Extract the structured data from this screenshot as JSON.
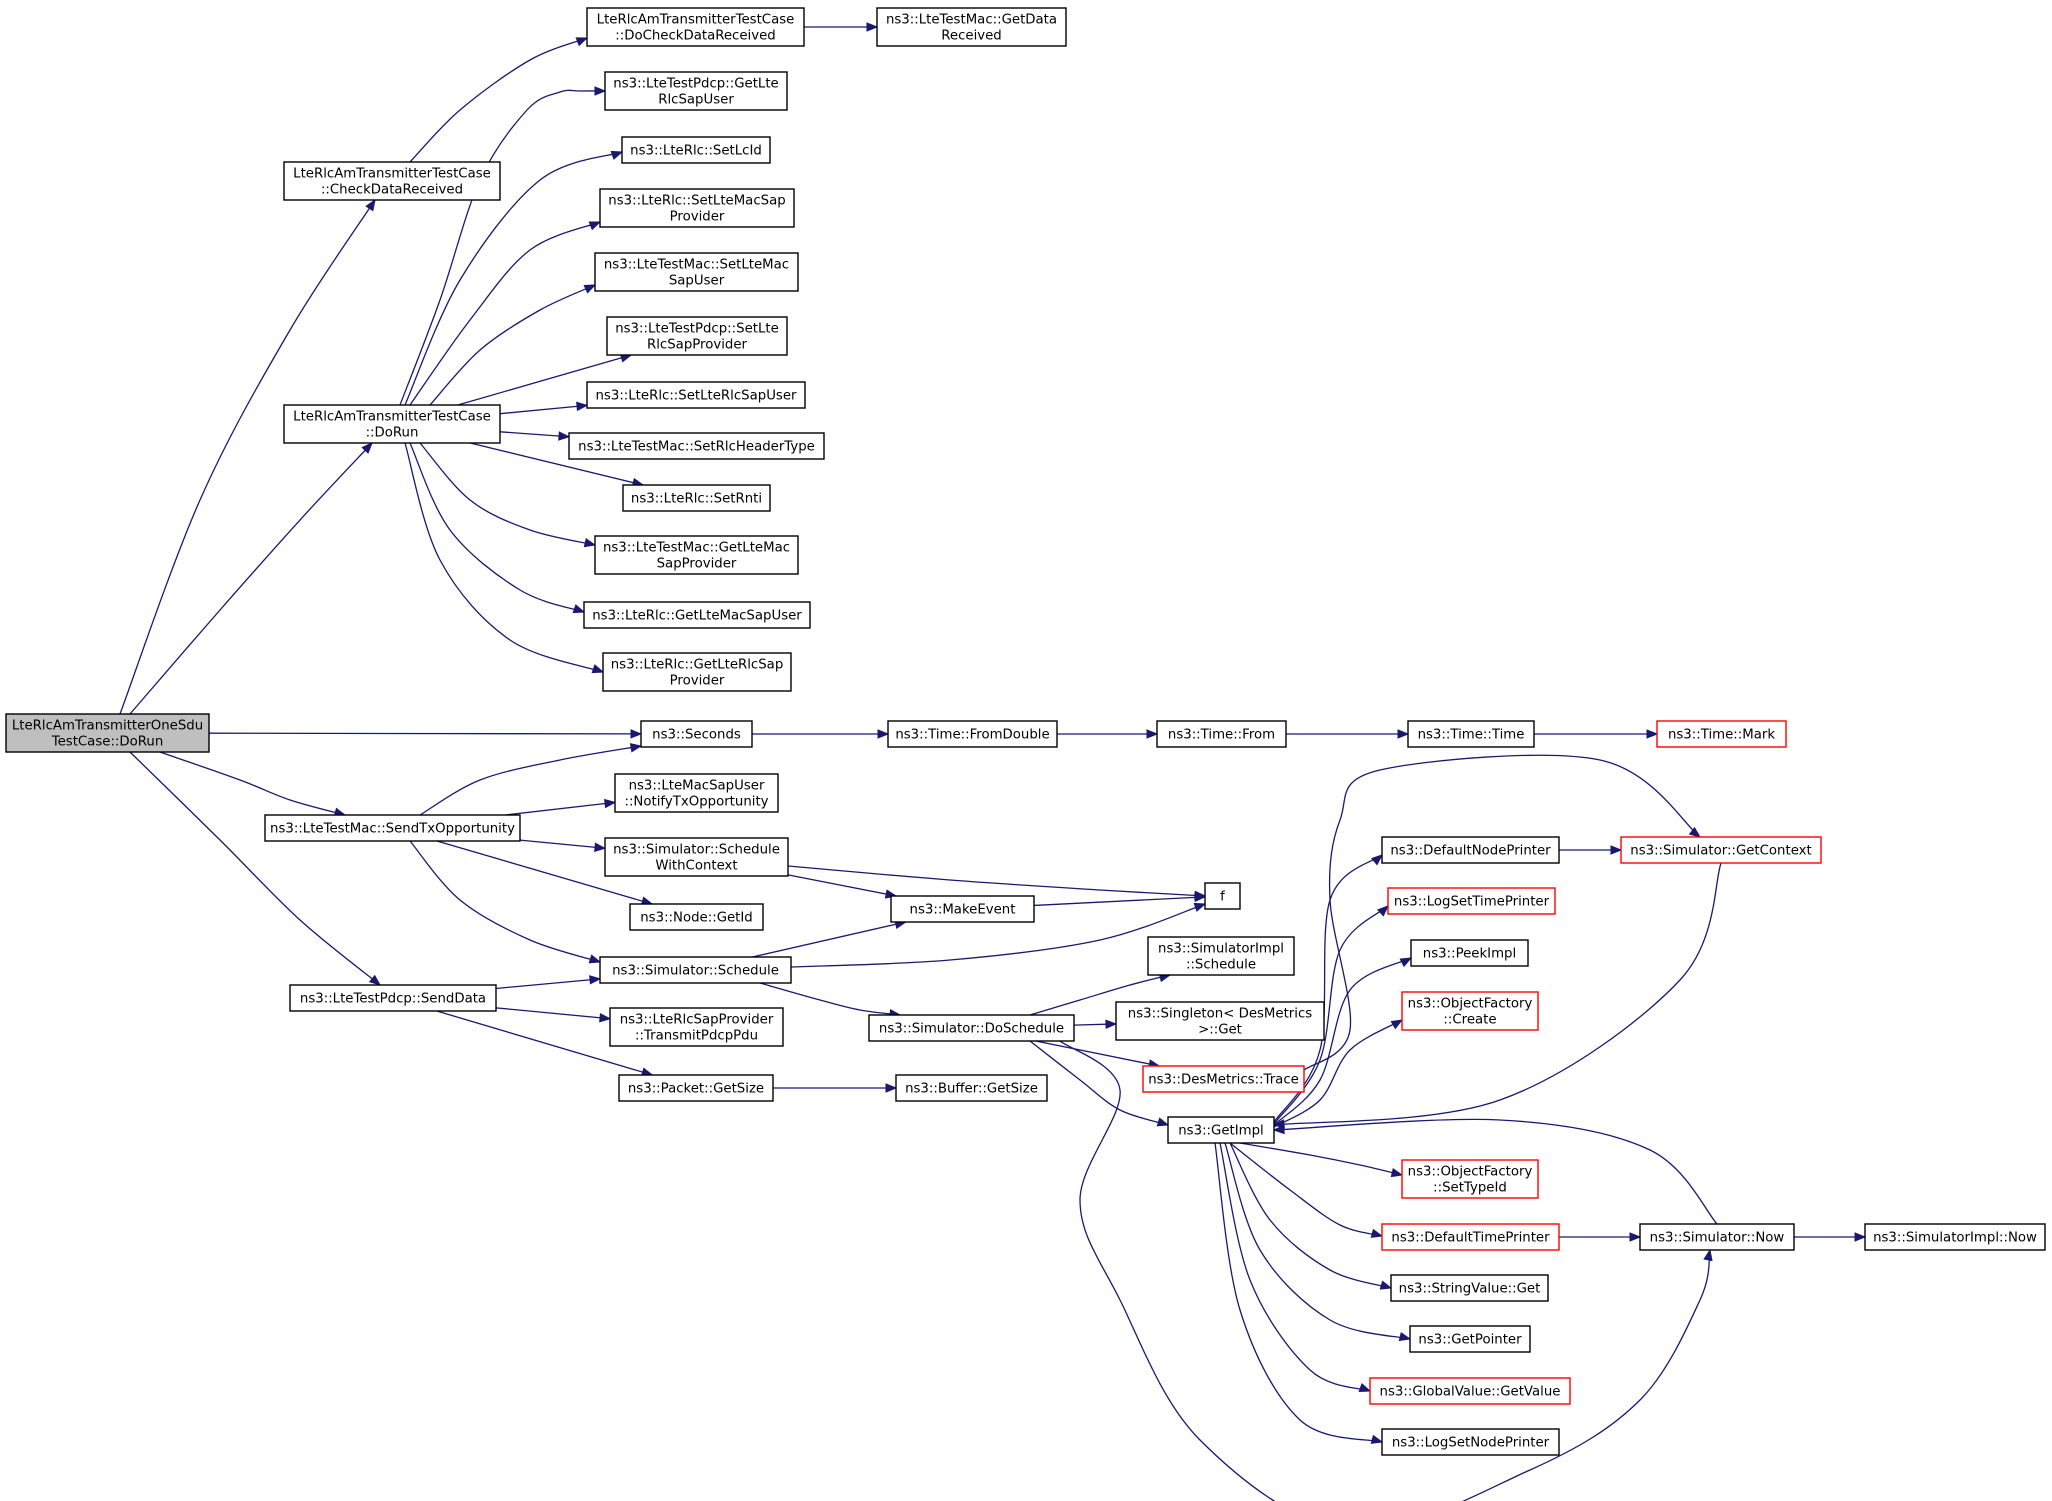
{
  "diagram": {
    "type": "call-graph",
    "colors": {
      "edge": "#191970",
      "node_border": "#000000",
      "node_border_truncated": "#ff0000",
      "root_fill": "#bfbfbf",
      "node_fill": "#ffffff"
    },
    "nodes": [
      {
        "id": "root",
        "lines": [
          "LteRlcAmTransmitterOneSdu",
          "TestCase::DoRun"
        ],
        "root": true
      },
      {
        "id": "checkdata",
        "lines": [
          "LteRlcAmTransmitterTestCase",
          "::CheckDataReceived"
        ]
      },
      {
        "id": "docheck",
        "lines": [
          "LteRlcAmTransmitterTestCase",
          "::DoCheckDataReceived"
        ]
      },
      {
        "id": "getdata",
        "lines": [
          "ns3::LteTestMac::GetData",
          "Received"
        ]
      },
      {
        "id": "dorun2",
        "lines": [
          "LteRlcAmTransmitterTestCase",
          "::DoRun"
        ]
      },
      {
        "id": "pdcpgetlte",
        "lines": [
          "ns3::LteTestPdcp::GetLte",
          "RlcSapUser"
        ]
      },
      {
        "id": "setlcid",
        "lines": [
          "ns3::LteRlc::SetLcId"
        ]
      },
      {
        "id": "setltemacsap",
        "lines": [
          "ns3::LteRlc::SetLteMacSap",
          "Provider"
        ]
      },
      {
        "id": "macsetltemac",
        "lines": [
          "ns3::LteTestMac::SetLteMac",
          "SapUser"
        ]
      },
      {
        "id": "pdcpsetlte",
        "lines": [
          "ns3::LteTestPdcp::SetLte",
          "RlcSapProvider"
        ]
      },
      {
        "id": "setlterlcsapuser",
        "lines": [
          "ns3::LteRlc::SetLteRlcSapUser"
        ]
      },
      {
        "id": "setrlcheader",
        "lines": [
          "ns3::LteTestMac::SetRlcHeaderType"
        ]
      },
      {
        "id": "setrnti",
        "lines": [
          "ns3::LteRlc::SetRnti"
        ]
      },
      {
        "id": "macgetltemac",
        "lines": [
          "ns3::LteTestMac::GetLteMac",
          "SapProvider"
        ]
      },
      {
        "id": "getltemacsapuser",
        "lines": [
          "ns3::LteRlc::GetLteMacSapUser"
        ]
      },
      {
        "id": "getlterlcsap",
        "lines": [
          "ns3::LteRlc::GetLteRlcSap",
          "Provider"
        ]
      },
      {
        "id": "seconds",
        "lines": [
          "ns3::Seconds"
        ]
      },
      {
        "id": "fromdouble",
        "lines": [
          "ns3::Time::FromDouble"
        ]
      },
      {
        "id": "from",
        "lines": [
          "ns3::Time::From"
        ]
      },
      {
        "id": "time",
        "lines": [
          "ns3::Time::Time"
        ]
      },
      {
        "id": "mark",
        "lines": [
          "ns3::Time::Mark"
        ],
        "red": true
      },
      {
        "id": "sendtx",
        "lines": [
          "ns3::LteTestMac::SendTxOpportunity"
        ]
      },
      {
        "id": "notifytx",
        "lines": [
          "ns3::LteMacSapUser",
          "::NotifyTxOpportunity"
        ]
      },
      {
        "id": "schedwithctx",
        "lines": [
          "ns3::Simulator::Schedule",
          "WithContext"
        ]
      },
      {
        "id": "nodegetid",
        "lines": [
          "ns3::Node::GetId"
        ]
      },
      {
        "id": "makeevent",
        "lines": [
          "ns3::MakeEvent"
        ]
      },
      {
        "id": "f",
        "lines": [
          "f"
        ]
      },
      {
        "id": "schedule",
        "lines": [
          "ns3::Simulator::Schedule"
        ]
      },
      {
        "id": "senddata",
        "lines": [
          "ns3::LteTestPdcp::SendData"
        ]
      },
      {
        "id": "transmitpdcp",
        "lines": [
          "ns3::LteRlcSapProvider",
          "::TransmitPdcpPdu"
        ]
      },
      {
        "id": "packetgetsize",
        "lines": [
          "ns3::Packet::GetSize"
        ]
      },
      {
        "id": "buffergetsize",
        "lines": [
          "ns3::Buffer::GetSize"
        ]
      },
      {
        "id": "doschedule",
        "lines": [
          "ns3::Simulator::DoSchedule"
        ]
      },
      {
        "id": "simimplschedule",
        "lines": [
          "ns3::SimulatorImpl",
          "::Schedule"
        ]
      },
      {
        "id": "singleton",
        "lines": [
          "ns3::Singleton< DesMetrics",
          ">::Get"
        ]
      },
      {
        "id": "desmetrics",
        "lines": [
          "ns3::DesMetrics::Trace"
        ],
        "red": true
      },
      {
        "id": "getimpl",
        "lines": [
          "ns3::GetImpl"
        ]
      },
      {
        "id": "defnodeprinter",
        "lines": [
          "ns3::DefaultNodePrinter"
        ]
      },
      {
        "id": "getcontext",
        "lines": [
          "ns3::Simulator::GetContext"
        ],
        "red": true
      },
      {
        "id": "logsettime",
        "lines": [
          "ns3::LogSetTimePrinter"
        ],
        "red": true
      },
      {
        "id": "peekimpl",
        "lines": [
          "ns3::PeekImpl"
        ]
      },
      {
        "id": "objfcreate",
        "lines": [
          "ns3::ObjectFactory",
          "::Create"
        ],
        "red": true
      },
      {
        "id": "objfsettype",
        "lines": [
          "ns3::ObjectFactory",
          "::SetTypeId"
        ],
        "red": true
      },
      {
        "id": "deftimeprinter",
        "lines": [
          "ns3::DefaultTimePrinter"
        ],
        "red": true
      },
      {
        "id": "simnow",
        "lines": [
          "ns3::Simulator::Now"
        ]
      },
      {
        "id": "simimplnow",
        "lines": [
          "ns3::SimulatorImpl::Now"
        ]
      },
      {
        "id": "stringget",
        "lines": [
          "ns3::StringValue::Get"
        ]
      },
      {
        "id": "getpointer",
        "lines": [
          "ns3::GetPointer"
        ]
      },
      {
        "id": "globalget",
        "lines": [
          "ns3::GlobalValue::GetValue"
        ],
        "red": true
      },
      {
        "id": "logsetnode",
        "lines": [
          "ns3::LogSetNodePrinter"
        ]
      }
    ],
    "edges": [
      [
        "root",
        "checkdata"
      ],
      [
        "checkdata",
        "docheck"
      ],
      [
        "docheck",
        "getdata"
      ],
      [
        "root",
        "dorun2"
      ],
      [
        "dorun2",
        "pdcpgetlte"
      ],
      [
        "dorun2",
        "setlcid"
      ],
      [
        "dorun2",
        "setltemacsap"
      ],
      [
        "dorun2",
        "macsetltemac"
      ],
      [
        "dorun2",
        "pdcpsetlte"
      ],
      [
        "dorun2",
        "setlterlcsapuser"
      ],
      [
        "dorun2",
        "setrlcheader"
      ],
      [
        "dorun2",
        "setrnti"
      ],
      [
        "dorun2",
        "macgetltemac"
      ],
      [
        "dorun2",
        "getltemacsapuser"
      ],
      [
        "dorun2",
        "getlterlcsap"
      ],
      [
        "root",
        "seconds"
      ],
      [
        "seconds",
        "fromdouble"
      ],
      [
        "fromdouble",
        "from"
      ],
      [
        "from",
        "time"
      ],
      [
        "time",
        "mark"
      ],
      [
        "root",
        "sendtx"
      ],
      [
        "sendtx",
        "seconds"
      ],
      [
        "sendtx",
        "notifytx"
      ],
      [
        "sendtx",
        "schedwithctx"
      ],
      [
        "sendtx",
        "nodegetid"
      ],
      [
        "sendtx",
        "schedule"
      ],
      [
        "schedwithctx",
        "makeevent"
      ],
      [
        "schedwithctx",
        "f"
      ],
      [
        "makeevent",
        "f"
      ],
      [
        "schedule",
        "makeevent"
      ],
      [
        "schedule",
        "f"
      ],
      [
        "schedule",
        "doschedule"
      ],
      [
        "root",
        "senddata"
      ],
      [
        "senddata",
        "schedule"
      ],
      [
        "senddata",
        "transmitpdcp"
      ],
      [
        "senddata",
        "packetgetsize"
      ],
      [
        "packetgetsize",
        "buffergetsize"
      ],
      [
        "doschedule",
        "simimplschedule"
      ],
      [
        "doschedule",
        "singleton"
      ],
      [
        "doschedule",
        "desmetrics"
      ],
      [
        "doschedule",
        "getimpl"
      ],
      [
        "doschedule",
        "simnow"
      ],
      [
        "desmetrics",
        "getcontext"
      ],
      [
        "getimpl",
        "defnodeprinter"
      ],
      [
        "getimpl",
        "logsettime"
      ],
      [
        "getimpl",
        "peekimpl"
      ],
      [
        "getimpl",
        "objfcreate"
      ],
      [
        "getimpl",
        "objfsettype"
      ],
      [
        "getimpl",
        "deftimeprinter"
      ],
      [
        "getimpl",
        "stringget"
      ],
      [
        "getimpl",
        "getpointer"
      ],
      [
        "getimpl",
        "globalget"
      ],
      [
        "getimpl",
        "logsetnode"
      ],
      [
        "defnodeprinter",
        "getcontext"
      ],
      [
        "getcontext",
        "getimpl"
      ],
      [
        "deftimeprinter",
        "simnow"
      ],
      [
        "simnow",
        "getimpl"
      ],
      [
        "simnow",
        "simimplnow"
      ]
    ]
  }
}
